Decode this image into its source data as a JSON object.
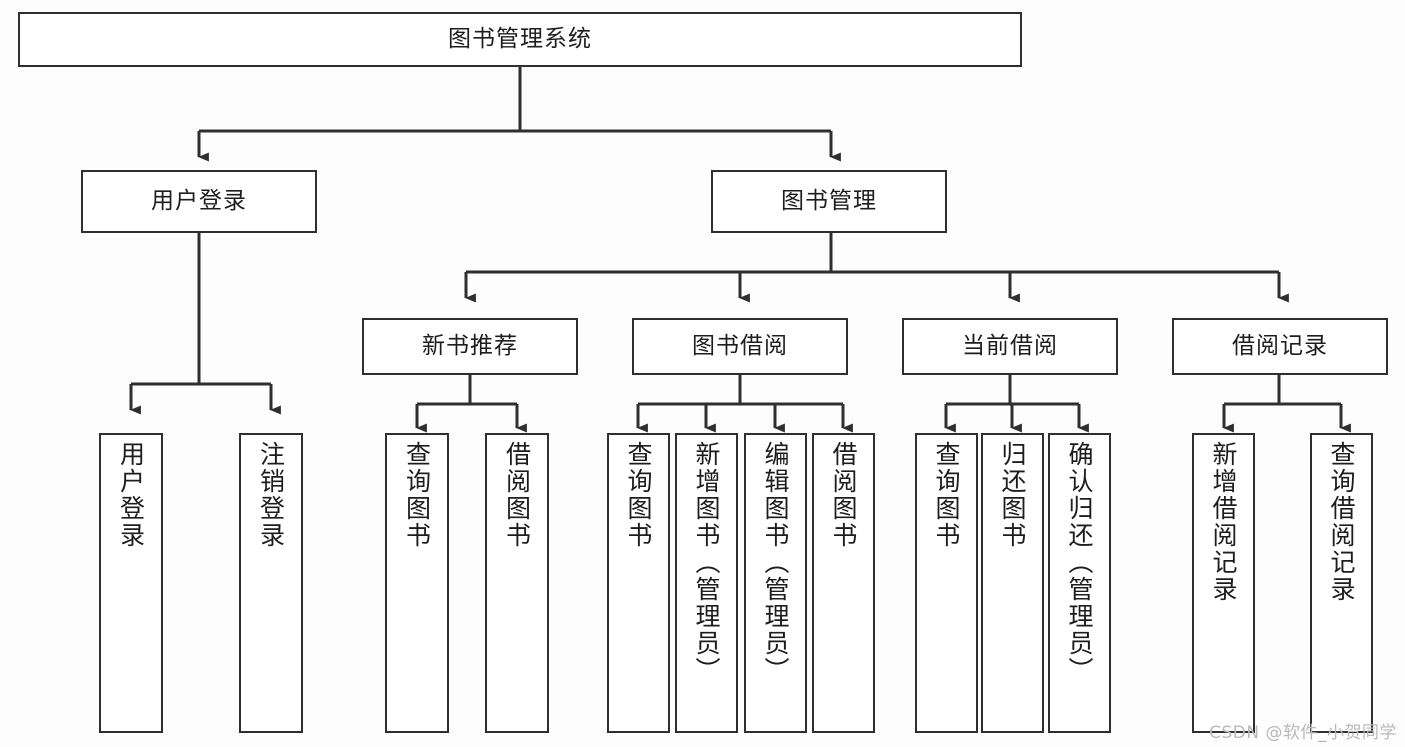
{
  "diagram": {
    "title": "图书管理系统",
    "type": "tree-hierarchy",
    "watermark": "CSDN @软件_小贺同学",
    "colors": {
      "background": "#fdfdfd",
      "node_fill": "#ffffff",
      "node_stroke": "#2f2f2f",
      "edge": "#2f2f2f",
      "text": "#1d1d1d",
      "watermark": "#b9b9b9"
    },
    "root": {
      "label": "图书管理系统"
    },
    "level2": [
      {
        "label": "用户登录"
      },
      {
        "label": "图书管理"
      }
    ],
    "level3": [
      {
        "label": "新书推荐"
      },
      {
        "label": "图书借阅"
      },
      {
        "label": "当前借阅"
      },
      {
        "label": "借阅记录"
      }
    ],
    "leaves": {
      "user_login": [
        {
          "label": "用户登录"
        },
        {
          "label": "注销登录"
        }
      ],
      "new_book_recommend": [
        {
          "label": "查询图书"
        },
        {
          "label": "借阅图书"
        }
      ],
      "book_borrow": [
        {
          "label": "查询图书"
        },
        {
          "label": "新增图书（管理员）"
        },
        {
          "label": "编辑图书（管理员）"
        },
        {
          "label": "借阅图书"
        }
      ],
      "current_borrow": [
        {
          "label": "查询图书"
        },
        {
          "label": "归还图书"
        },
        {
          "label": "确认归还（管理员）"
        }
      ],
      "borrow_record": [
        {
          "label": "新增借阅记录"
        },
        {
          "label": "查询借阅记录"
        }
      ]
    }
  }
}
